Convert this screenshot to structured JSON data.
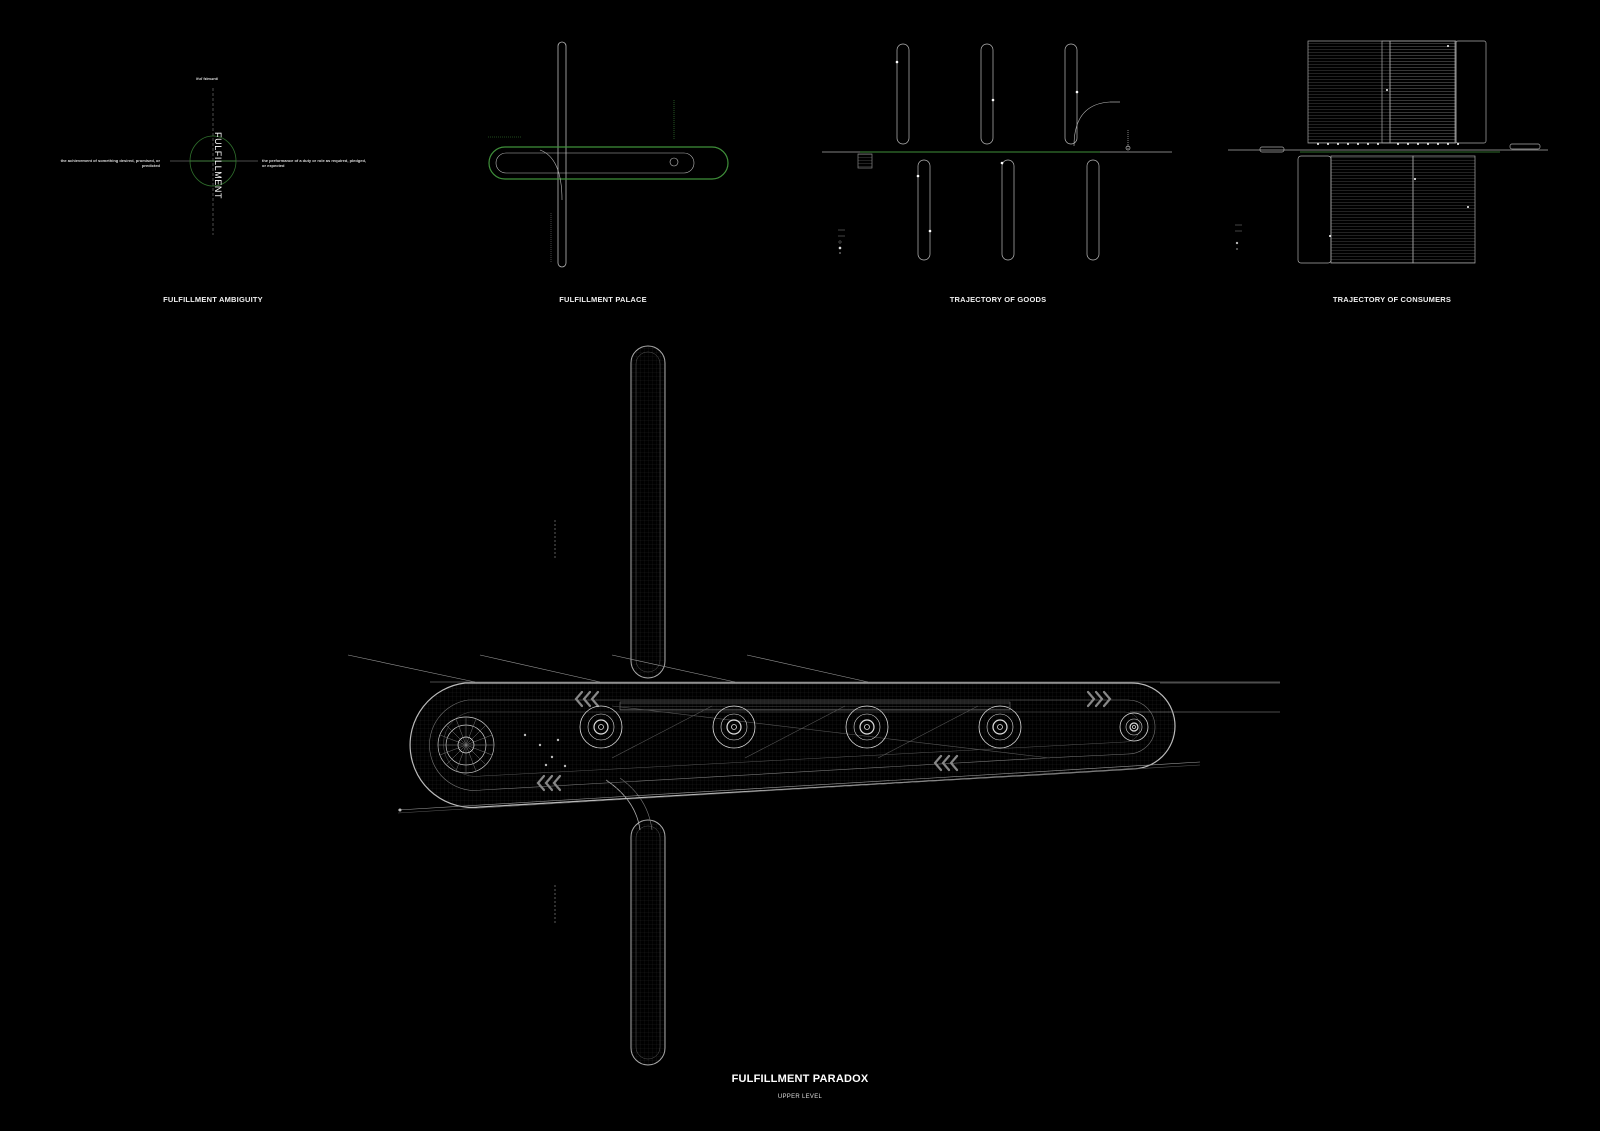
{
  "panels": [
    {
      "caption": "FULFILLMENT AMBIGUITY"
    },
    {
      "caption": "FULFILLMENT PALACE"
    },
    {
      "caption": "TRAJECTORY OF GOODS"
    },
    {
      "caption": "TRAJECTORY OF CONSUMERS"
    }
  ],
  "ambiguity": {
    "word": "FULFILLMENT",
    "pronunciation": "/fʊlˈfɪlmənt/",
    "left_definition": "the achievement of something desired, promised, or predicted",
    "right_definition": "the performance of a duty or role as required, pledged, or expected"
  },
  "main": {
    "title": "FULFILLMENT PARADOX",
    "subtitle": "UPPER LEVEL"
  },
  "colors": {
    "background": "#000000",
    "line": "#cfcfcf",
    "accent_green": "#3f8f3a"
  }
}
